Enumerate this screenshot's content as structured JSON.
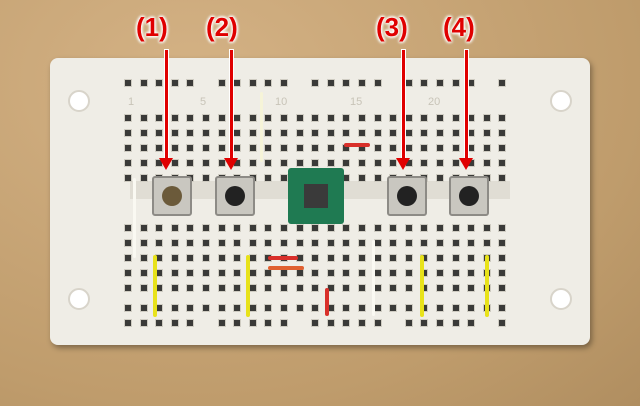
{
  "labels": [
    "(1)",
    "(2)",
    "(3)",
    "(4)"
  ],
  "column_numbers": [
    "1",
    "5",
    "10",
    "15",
    "20"
  ],
  "colors": {
    "arrow": "#e00000",
    "wire_yellow": "#e8e21a",
    "wire_red": "#d9302a"
  }
}
